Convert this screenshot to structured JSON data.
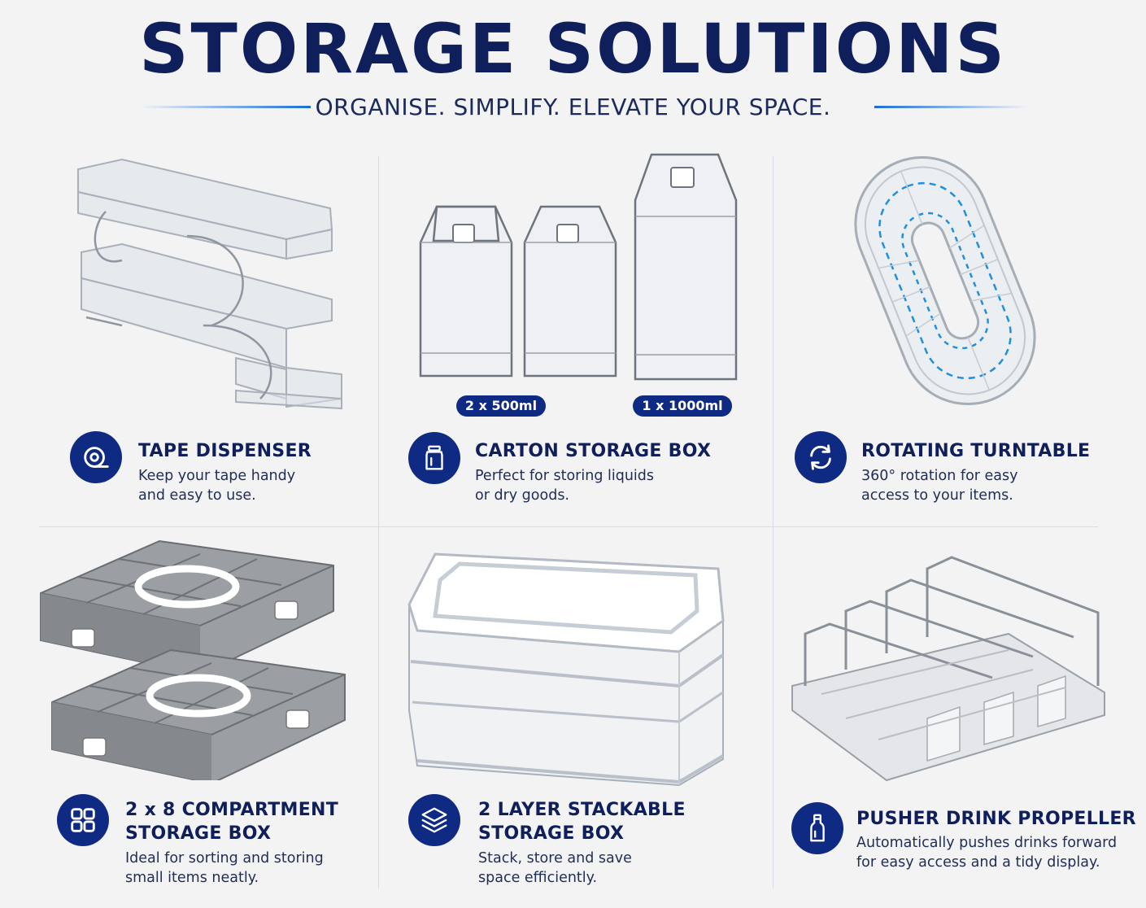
{
  "header": {
    "title": "STORAGE SOLUTIONS",
    "subtitle": "ORGANISE. SIMPLIFY. ELEVATE YOUR SPACE."
  },
  "colors": {
    "navy": "#0f2a82",
    "accent_blue": "#1a6ed6",
    "background": "#f3f3f4"
  },
  "products": [
    {
      "icon": "tape-icon",
      "title_line1": "TAPE DISPENSER",
      "desc_line1": "Keep your tape handy",
      "desc_line2": "and easy to use."
    },
    {
      "icon": "jar-icon",
      "title_line1": "CARTON STORAGE BOX",
      "desc_line1": "Perfect for storing liquids",
      "desc_line2": "or dry goods.",
      "badges": [
        "2 x 500ml",
        "1 x 1000ml"
      ]
    },
    {
      "icon": "rotate-icon",
      "title_line1": "ROTATING TURNTABLE",
      "desc_line1": "360° rotation for easy",
      "desc_line2": "access to your items."
    },
    {
      "icon": "grid-icon",
      "title_line1": "2 x 8 COMPARTMENT",
      "title_line2": "STORAGE BOX",
      "desc_line1": "Ideal for sorting and storing",
      "desc_line2": "small items neatly."
    },
    {
      "icon": "layers-icon",
      "title_line1": "2 LAYER STACKABLE",
      "title_line2": "STORAGE BOX",
      "desc_line1": "Stack, store and save",
      "desc_line2": "space efficiently."
    },
    {
      "icon": "bottle-icon",
      "title_line1": "PUSHER DRINK PROPELLER",
      "desc_line1": "Automatically pushes drinks forward",
      "desc_line2": "for easy access and a tidy display."
    }
  ]
}
